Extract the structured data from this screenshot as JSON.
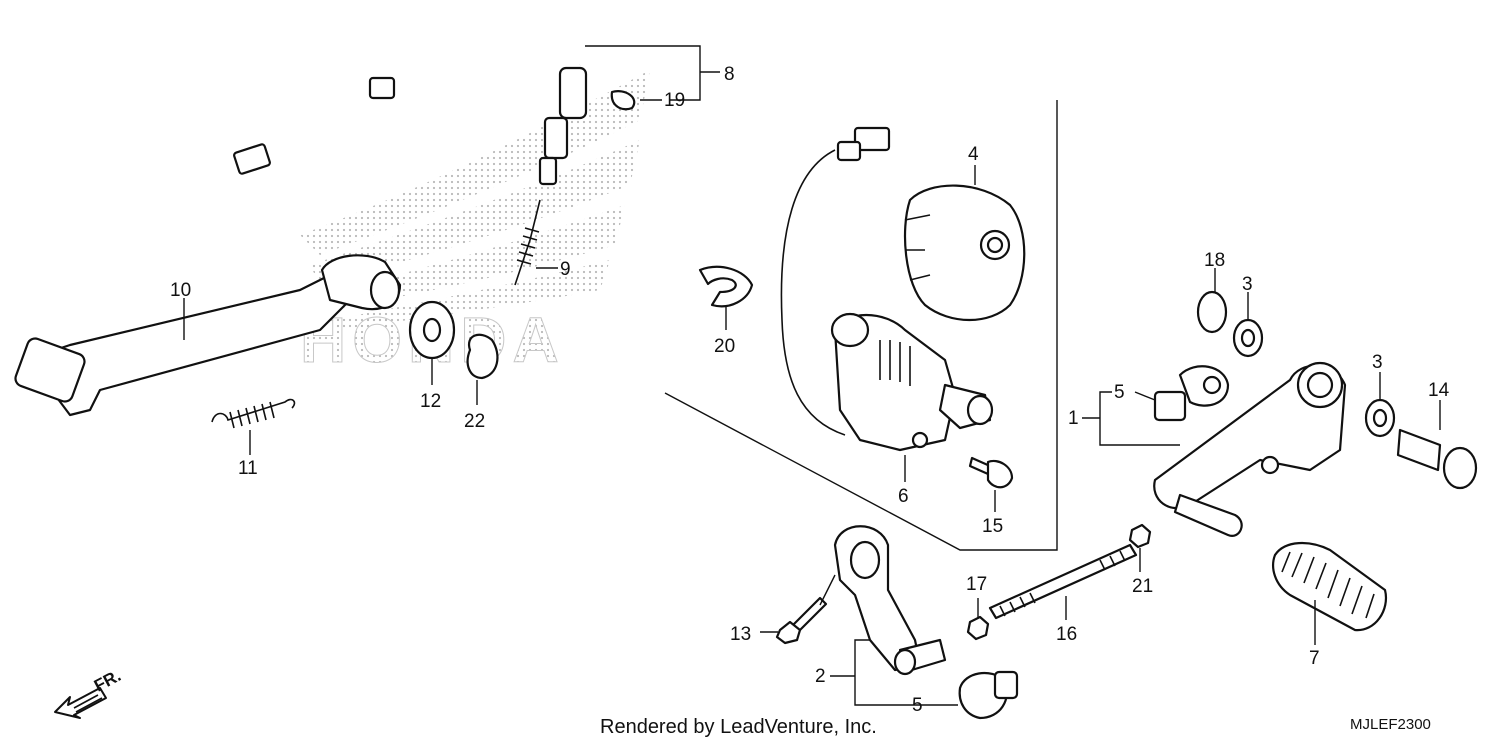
{
  "diagram": {
    "callouts": {
      "c1": "1",
      "c2": "2",
      "c3a": "3",
      "c3b": "3",
      "c4": "4",
      "c5a": "5",
      "c5b": "5",
      "c6": "6",
      "c7": "7",
      "c8": "8",
      "c9": "9",
      "c10": "10",
      "c11": "11",
      "c12": "12",
      "c13": "13",
      "c14": "14",
      "c15": "15",
      "c16": "16",
      "c17": "17",
      "c18": "18",
      "c19": "19",
      "c20": "20",
      "c21": "21",
      "c22": "22"
    },
    "watermark_text": "HONDA",
    "direction_label": "FR.",
    "credit": "Rendered by LeadVenture, Inc.",
    "diagram_code": "MJLEF2300"
  },
  "colors": {
    "ink": "#111111",
    "watermark": "#c8c8c8",
    "background": "#ffffff"
  }
}
